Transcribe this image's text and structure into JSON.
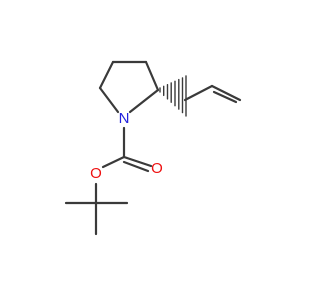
{
  "molecule": {
    "atoms": {
      "nitrogen": {
        "symbol": "N",
        "color": "#2222dd"
      },
      "carbonyl_oxygen": {
        "symbol": "O",
        "color": "#ee1111"
      },
      "ester_oxygen": {
        "symbol": "O",
        "color": "#ee1111"
      }
    },
    "bond_color": "#3a3a3a",
    "stereo": "hashed-wedge"
  }
}
